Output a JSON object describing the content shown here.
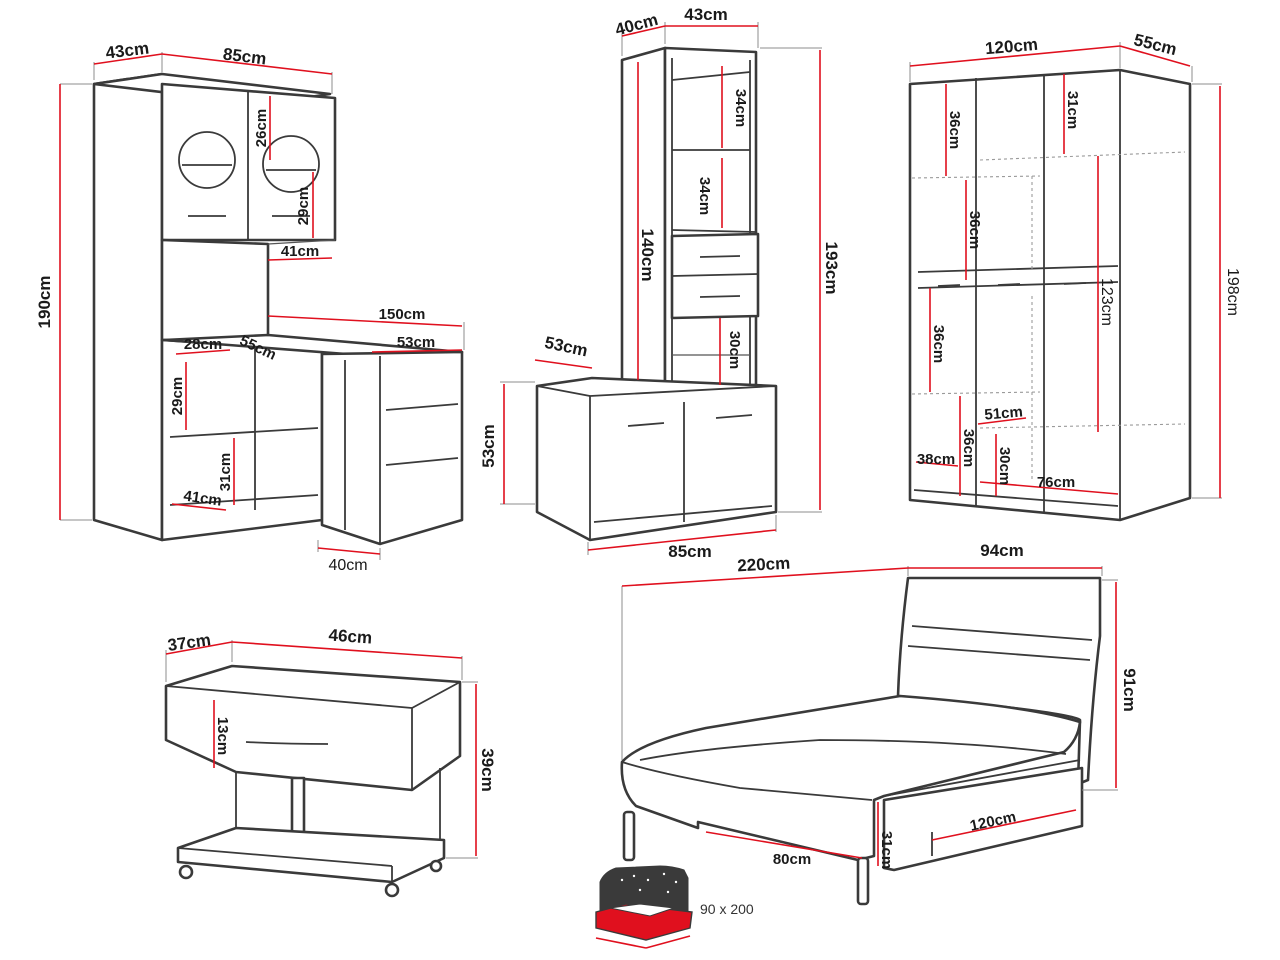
{
  "desk": {
    "width": "85cm",
    "depth": "43cm",
    "height": "190cm",
    "door_height": "26cm",
    "door_lower": "29cm",
    "niche_depth": "41cm",
    "desk_length": "150cm",
    "shelf_28": "28cm",
    "shelf_55": "55cm",
    "return_depth": "53cm",
    "shelf_29": "29cm",
    "shelf_31": "31cm",
    "shelf_41": "41cm",
    "base_40": "40cm"
  },
  "tall": {
    "top_depth": "40cm",
    "top_width": "43cm",
    "shelf_top": "34cm",
    "shelf_mid": "34cm",
    "upper_height": "140cm",
    "total_height": "193cm",
    "lower_shelf": "30cm",
    "base_depth": "53cm",
    "base_height": "53cm",
    "base_width": "85cm"
  },
  "wardrobe": {
    "width": "120cm",
    "depth": "55cm",
    "height": "198cm",
    "left_top": "36cm",
    "right_top": "31cm",
    "mid_left": "36cm",
    "hanging": "123cm",
    "left_low": "36cm",
    "shelf_51": "51cm",
    "low_36": "36cm",
    "low_30": "30cm",
    "low_38": "38cm",
    "low_76": "76cm"
  },
  "nightstand": {
    "depth": "37cm",
    "width": "46cm",
    "drawer": "13cm",
    "height": "39cm"
  },
  "bed": {
    "length": "220cm",
    "width": "94cm",
    "height": "91cm",
    "under_120": "120cm",
    "under_31": "31cm",
    "under_80": "80cm"
  },
  "mattress": {
    "size": "90 x 200"
  },
  "colors": {
    "dimension": "#e0101e",
    "outline": "#3a3a3a",
    "mattress": "#e0101e"
  }
}
